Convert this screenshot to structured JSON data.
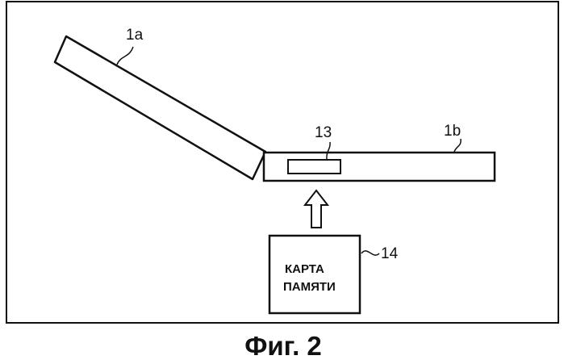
{
  "labels": {
    "lid": "1a",
    "base": "1b",
    "slot": "13",
    "card": "14"
  },
  "card_text": {
    "line1": "КАРТА",
    "line2": "ПАМЯТИ"
  },
  "caption": "Фиг. 2"
}
